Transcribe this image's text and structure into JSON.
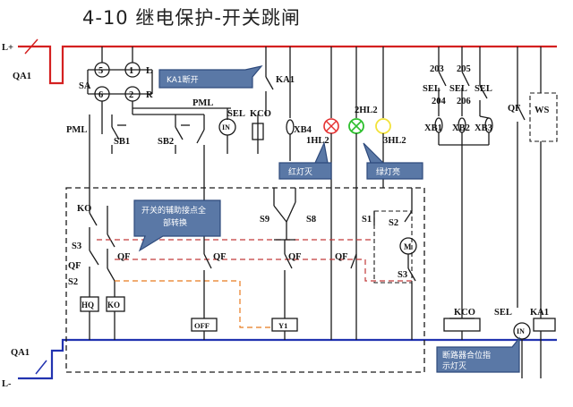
{
  "title": "4-10   继电保护-开关跳闸",
  "rails": {
    "positive": "L+",
    "negative": "L-"
  },
  "callouts": {
    "ka1_open": "KA1断开",
    "aux_contacts": [
      "开关的辅助接点全",
      "部转换"
    ],
    "red_lamp": "红灯灭",
    "green_lamp": "绿灯亮",
    "indicator": [
      "断路器合位指",
      "示灯灭"
    ]
  },
  "labels": {
    "qa1_top": "QA1",
    "qa1_bottom": "QA1",
    "meter_5": "5",
    "meter_1": "1",
    "meter_6": "6",
    "meter_2": "2",
    "L": "L",
    "R": "R",
    "SA": "SA",
    "pml_top": "PML",
    "pml_left": "PML",
    "sb1": "SB1",
    "sb2": "SB2",
    "ka1": "KA1",
    "sel": "SEL",
    "kco": "KCO",
    "xb4": "XB4",
    "in": "IN",
    "hl1": "1HL2",
    "hl2": "2HL2",
    "hl3": "3HL2",
    "ko": "KO",
    "s3_left": "S3",
    "qf_left": "QF",
    "s2_left": "S2",
    "hq": "HQ",
    "ko_coil": "KO",
    "qf_1": "QF",
    "qf_2": "QF",
    "off": "OFF",
    "s9": "S9",
    "s8": "S8",
    "qf_3": "QF",
    "y1": "Y1",
    "qf_4": "QF",
    "s1": "S1",
    "s2_right": "S2",
    "m": "M",
    "s3_right": "S3",
    "n203": "203",
    "n205": "205",
    "sel1": "SEL",
    "sel2": "SEL",
    "sel3": "SEL",
    "n204": "204",
    "n206": "206",
    "xb1": "XB1",
    "xb2": "XB2",
    "xb3": "XB3",
    "qf_5": "QF",
    "ws": "WS",
    "kco_b": "KCO",
    "sel_b": "SEL",
    "ka1_b": "KA1",
    "in_b": "IN"
  },
  "colors": {
    "positive_rail": "#d42020",
    "negative_rail": "#2233b0",
    "callout_fill": "#5a78a6",
    "callout_stroke": "#2e4a7c",
    "red_lamp": "#e53030",
    "green_lamp": "#2ec02e",
    "yellow_lamp": "#f2e23a",
    "dashed_orange": "#e87a1e",
    "dashed_red": "#c23a3a",
    "wire": "#1a1a1a"
  }
}
